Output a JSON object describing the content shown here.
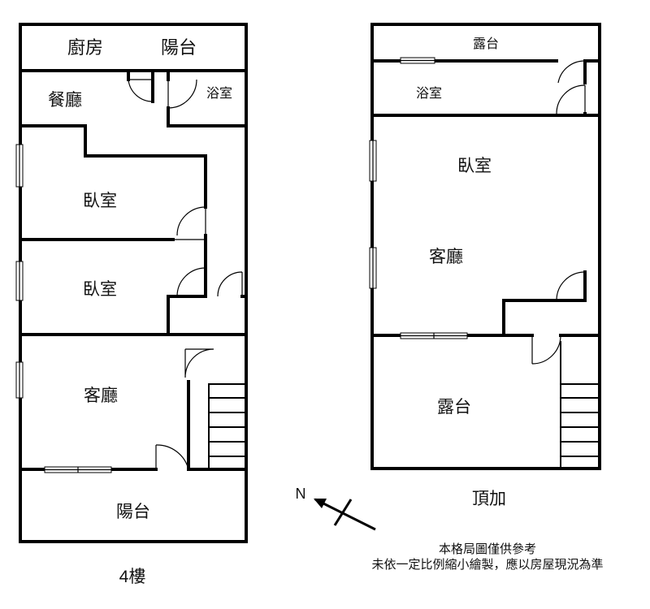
{
  "floor4": {
    "caption": "4樓",
    "rooms": {
      "kitchen": "廚房",
      "balcony_top": "陽台",
      "dining": "餐廳",
      "bath": "浴室",
      "bedroom1": "臥室",
      "bedroom2": "臥室",
      "living": "客廳",
      "balcony_bottom": "陽台"
    }
  },
  "rooftop": {
    "caption": "頂加",
    "rooms": {
      "terrace_top": "露台",
      "bath": "浴室",
      "bedroom": "臥室",
      "living": "客廳",
      "terrace_bottom": "露台"
    }
  },
  "compass": {
    "label": "N"
  },
  "disclaimer": {
    "line1": "本格局圖僅供參考",
    "line2": "未依一定比例縮小繪製，應以房屋現況為準"
  }
}
